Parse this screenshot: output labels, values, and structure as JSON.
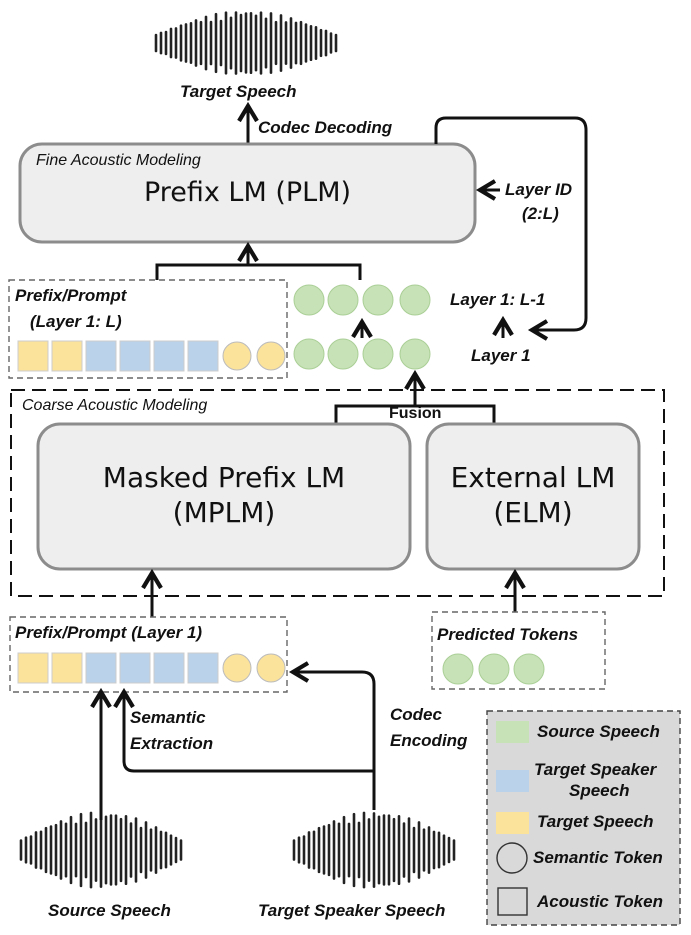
{
  "colors": {
    "source": "#c7e2b6",
    "target_speaker": "#bad3ea",
    "target": "#fce39c",
    "module_fill": "#eeeeee",
    "module_stroke": "#8c8c8c",
    "legend_fill": "#d9d9d9"
  },
  "top": {
    "target_speech": "Target Speech",
    "codec_decoding": "Codec Decoding"
  },
  "plm": {
    "caption": "Fine Acoustic Modeling",
    "title": "Prefix LM (PLM)",
    "layer_id": "Layer ID",
    "layer_id_range": "(2:L)"
  },
  "prompt_top": {
    "line1": "Prefix/Prompt",
    "line2": "(Layer 1: L)"
  },
  "right_labels": {
    "layers": "Layer 1: L-1",
    "layer1": "Layer 1"
  },
  "coarse": {
    "caption": "Coarse Acoustic Modeling",
    "fusion": "Fusion",
    "mplm_line1": "Masked Prefix LM",
    "mplm_line2": "(MPLM)",
    "elm_line1": "External LM",
    "elm_line2": "(ELM)"
  },
  "prompt_bottom": {
    "label": "Prefix/Prompt (Layer 1)"
  },
  "predicted": {
    "label": "Predicted Tokens"
  },
  "middle_labels": {
    "semantic": "Semantic",
    "extraction": "Extraction",
    "codec": "Codec",
    "encoding": "Encoding"
  },
  "bottom": {
    "source_speech": "Source Speech",
    "target_speaker_speech": "Target Speaker Speech"
  },
  "legend": {
    "source": "Source Speech",
    "target_speaker_line1": "Target Speaker",
    "target_speaker_line2": "Speech",
    "target": "Target Speech",
    "semantic": "Semantic Token",
    "acoustic": "Acoustic Token"
  }
}
